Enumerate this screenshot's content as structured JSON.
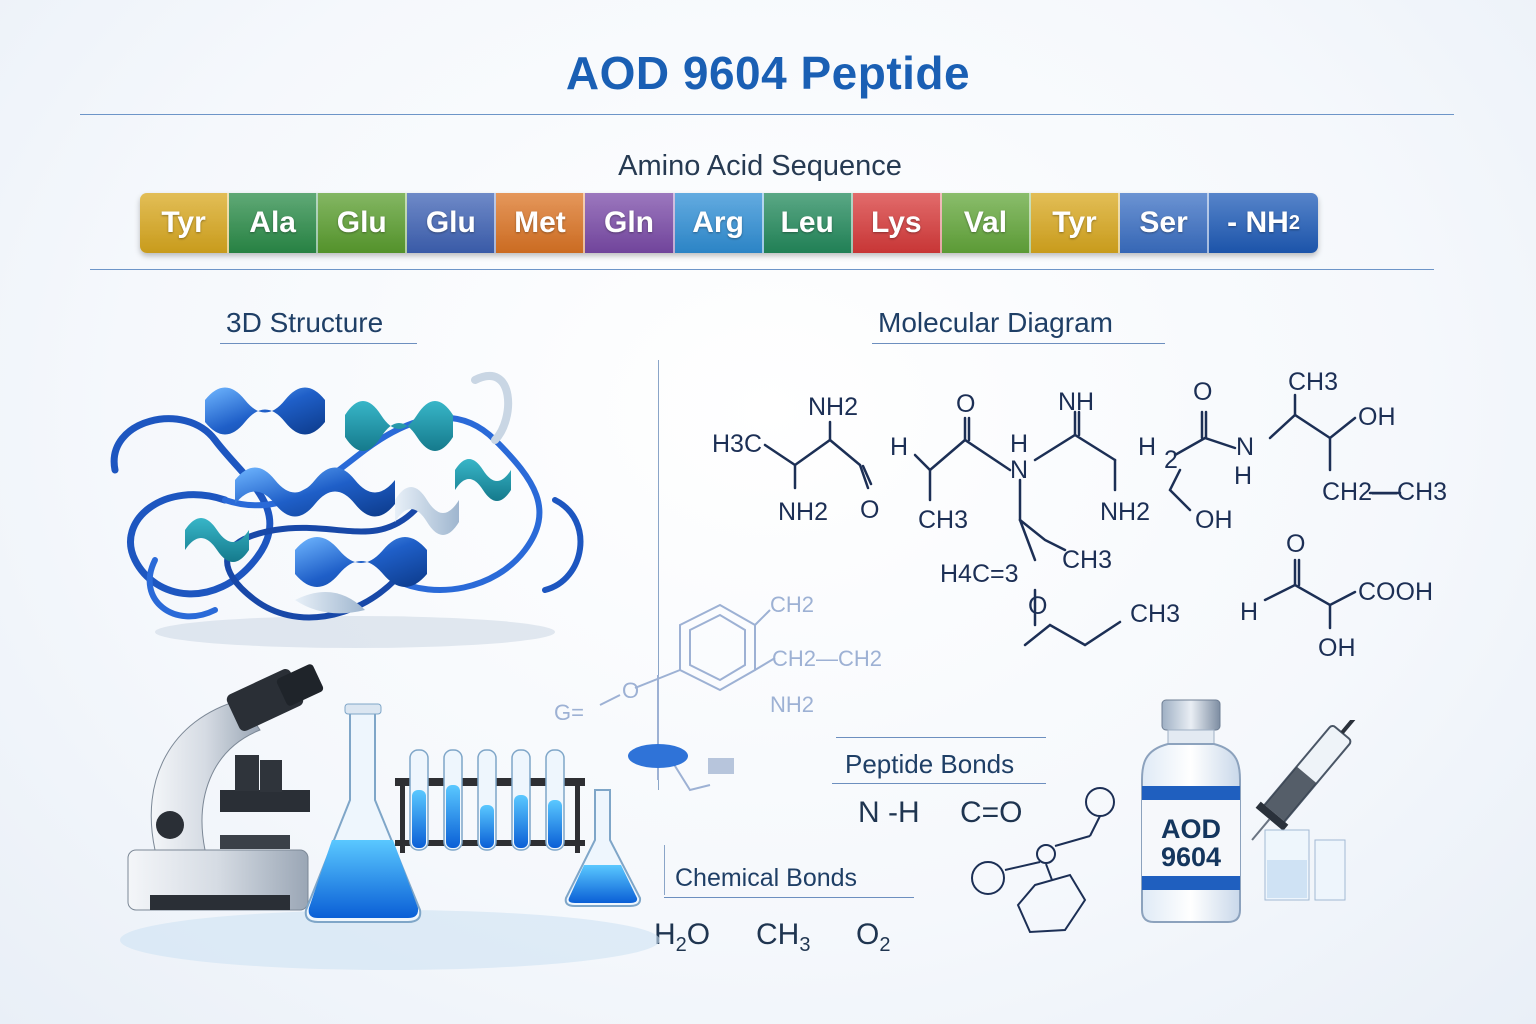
{
  "title": "AOD 9604 Peptide",
  "sequence": {
    "heading": "Amino Acid Sequence",
    "residues": [
      {
        "label": "Tyr",
        "color": "#d9a81e"
      },
      {
        "label": "Ala",
        "color": "#2a8c48"
      },
      {
        "label": "Glu",
        "color": "#5a9e2e"
      },
      {
        "label": "Glu",
        "color": "#3e62b5"
      },
      {
        "label": "Met",
        "color": "#dc7424"
      },
      {
        "label": "Gln",
        "color": "#7a4aa8"
      },
      {
        "label": "Arg",
        "color": "#2f8fd6"
      },
      {
        "label": "Leu",
        "color": "#238a5c"
      },
      {
        "label": "Lys",
        "color": "#d83a3a"
      },
      {
        "label": "Val",
        "color": "#63a73a"
      },
      {
        "label": "Tyr",
        "color": "#d9a81e"
      },
      {
        "label": "Ser",
        "color": "#3a6fc4"
      }
    ],
    "terminal": {
      "prefix": "- NH",
      "subscript": "2",
      "color": "#1e5bb8"
    }
  },
  "structure_heading": "3D Structure",
  "diagram_heading": "Molecular Diagram",
  "peptide_bonds": {
    "heading": "Peptide Bonds",
    "items": [
      "N -H",
      "C=O"
    ]
  },
  "chemical_bonds": {
    "heading": "Chemical Bonds",
    "items": [
      {
        "main": "H",
        "sub": "2",
        "tail": "O"
      },
      {
        "main": "CH",
        "sub": "3",
        "tail": ""
      },
      {
        "main": "O",
        "sub": "2",
        "tail": ""
      }
    ]
  },
  "vial": {
    "line1": "AOD",
    "line2": "9604"
  },
  "molecule_labels": {
    "h3c": "H3C",
    "nh2_top": "NH2",
    "nh2_bottom": "NH2",
    "o_1": "O",
    "h_1": "H",
    "o_top": "O",
    "ch3_1": "CH3",
    "h_n": "H",
    "n_1": "N",
    "nh_top": "NH",
    "nh2_mid": "NH2",
    "h2": "H",
    "two": "2",
    "oh_1": "OH",
    "o_right": "O",
    "n_right": "N",
    "h_right": "H",
    "ch3_top": "CH3",
    "oh_top": "OH",
    "ch2_ch3": "CH2—CH3",
    "h4c": "H4C=3",
    "ch3_mid": "CH3",
    "o_low": "O",
    "ch3_low": "CH3",
    "o_acid": "O",
    "h_acid": "H",
    "cooh": "COOH",
    "oh_acid": "OH",
    "ghost_ch2_a": "CH2",
    "ghost_ch2_b": "CH2—CH2",
    "ghost_nh2": "NH2",
    "ghost_o": "O",
    "ghost_g": "G="
  },
  "colors": {
    "brand": "#1a5fb4",
    "ink": "#1f3f66",
    "ribbon": "#2e6fd0"
  }
}
